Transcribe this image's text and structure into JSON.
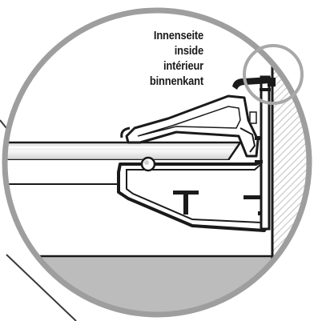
{
  "labels": {
    "de": "Innenseite",
    "en": "inside",
    "fr": "intérieur",
    "nl": "binnenkant"
  },
  "colors": {
    "background": "#ffffff",
    "outline": "#1a1a1a",
    "detail_circle": "#a8a8a8",
    "ground": "#bdbdbd",
    "glass": "#d6d6d6",
    "glass_highlight": "#f4f4f4",
    "wall_hatch": "#b5b5b5"
  },
  "icons": {
    "zoom_detail": "magnifier-detail-circle"
  }
}
